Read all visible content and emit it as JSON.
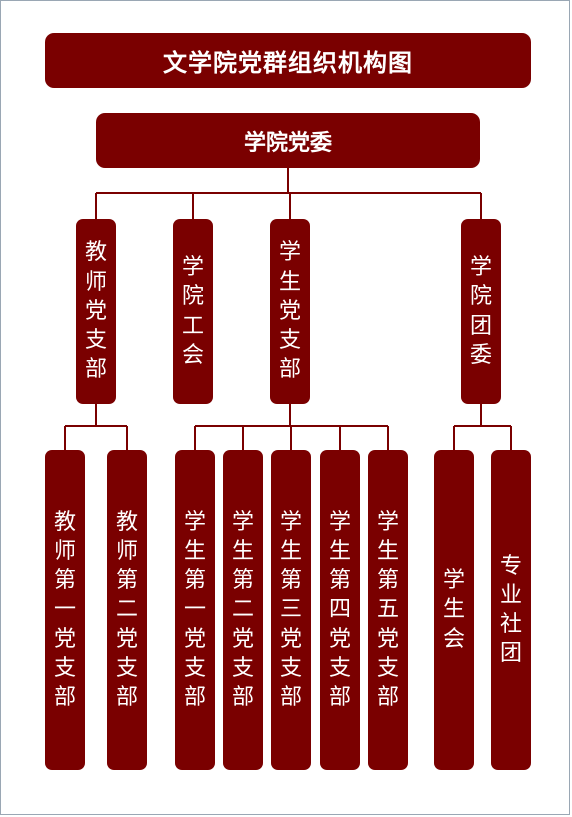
{
  "title": "文学院党群组织机构图",
  "root": {
    "label": "学院党委"
  },
  "level1": [
    {
      "id": "teacher-branch",
      "label": "教师党支部"
    },
    {
      "id": "union",
      "label": "学院工会"
    },
    {
      "id": "student-branch",
      "label": "学生党支部"
    },
    {
      "id": "youth-league",
      "label": "学院团委"
    }
  ],
  "level2": [
    {
      "parent": "teacher-branch",
      "label": "教师第一党支部"
    },
    {
      "parent": "teacher-branch",
      "label": "教师第二党支部"
    },
    {
      "parent": "student-branch",
      "label": "学生第一党支部"
    },
    {
      "parent": "student-branch",
      "label": "学生第二党支部"
    },
    {
      "parent": "student-branch",
      "label": "学生第三党支部"
    },
    {
      "parent": "student-branch",
      "label": "学生第四党支部"
    },
    {
      "parent": "student-branch",
      "label": "学生第五党支部"
    },
    {
      "parent": "youth-league",
      "label": "学生会"
    },
    {
      "parent": "youth-league",
      "label": "专业社团"
    }
  ],
  "colors": {
    "box": "#7a0000",
    "text": "#ffffff",
    "line": "#7a0000"
  }
}
